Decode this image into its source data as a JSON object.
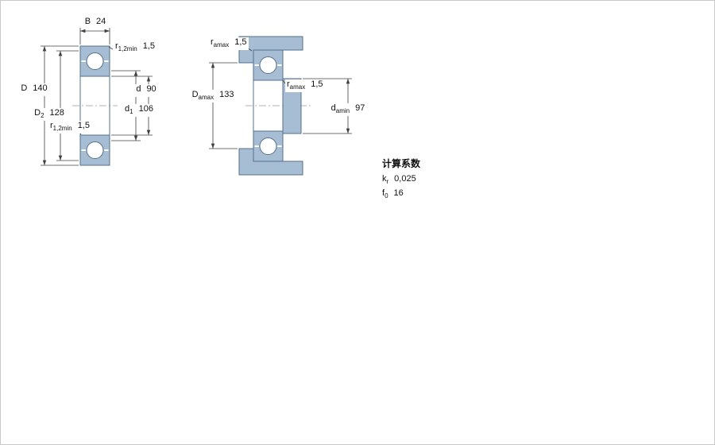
{
  "drawing": {
    "colors": {
      "bearing_fill": "#a6bdd4",
      "outline": "#54718c",
      "dimension_line": "#404040",
      "background": "#ffffff"
    },
    "left_view": {
      "B": {
        "main": "B",
        "value": "24"
      },
      "D": {
        "main": "D",
        "value": "140"
      },
      "D2": {
        "main": "D",
        "sub": "2",
        "value": "128"
      },
      "r12_top": {
        "main": "r",
        "sub": "1,2min",
        "value": "1,5"
      },
      "r12_bottom": {
        "main": "r",
        "sub": "1,2min",
        "value": "1,5"
      },
      "d": {
        "main": "d",
        "value": "90"
      },
      "d1": {
        "main": "d",
        "sub": "1",
        "value": "106"
      }
    },
    "right_view": {
      "ra_top": {
        "main": "r",
        "sub": "amax",
        "value": "1,5"
      },
      "Da": {
        "main": "D",
        "sub": "amax",
        "value": "133"
      },
      "ra_mid": {
        "main": "r",
        "sub": "amax",
        "value": "1,5"
      },
      "da": {
        "main": "d",
        "sub": "amin",
        "value": "97"
      }
    }
  },
  "factors": {
    "title": "计算系数",
    "rows": [
      {
        "main": "k",
        "sub": "r",
        "value": "0,025"
      },
      {
        "main": "f",
        "sub": "0",
        "value": "16"
      }
    ]
  }
}
